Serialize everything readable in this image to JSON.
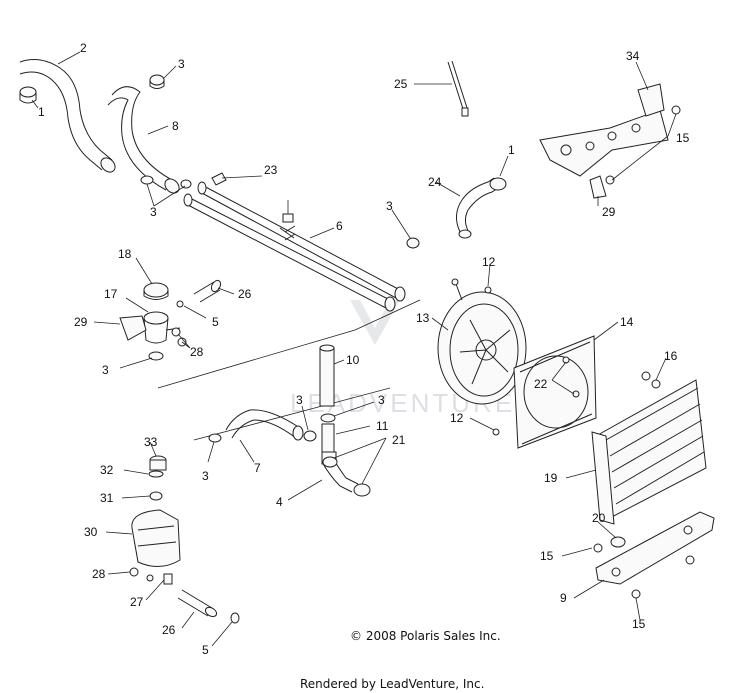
{
  "watermark": "LEADVENTURE",
  "copyright": "© 2008 Polaris Sales Inc.",
  "rendered_by": "Rendered by LeadVenture, Inc.",
  "callouts": {
    "c1a": "1",
    "c1b": "1",
    "c2": "2",
    "c3a": "3",
    "c3b": "3",
    "c3c": "3",
    "c3d": "3",
    "c3e": "3",
    "c3f": "3",
    "c3g": "3",
    "c4": "4",
    "c5a": "5",
    "c5b": "5",
    "c6": "6",
    "c7": "7",
    "c8": "8",
    "c9": "9",
    "c10": "10",
    "c11": "11",
    "c12a": "12",
    "c12b": "12",
    "c13": "13",
    "c14": "14",
    "c15a": "15",
    "c15b": "15",
    "c15c": "15",
    "c16": "16",
    "c17": "17",
    "c18": "18",
    "c19": "19",
    "c20": "20",
    "c21": "21",
    "c22": "22",
    "c23": "23",
    "c24": "24",
    "c25": "25",
    "c26a": "26",
    "c26b": "26",
    "c27": "27",
    "c28a": "28",
    "c28b": "28",
    "c29a": "29",
    "c29b": "29",
    "c30": "30",
    "c31": "31",
    "c32": "32",
    "c33": "33",
    "c34": "34"
  }
}
